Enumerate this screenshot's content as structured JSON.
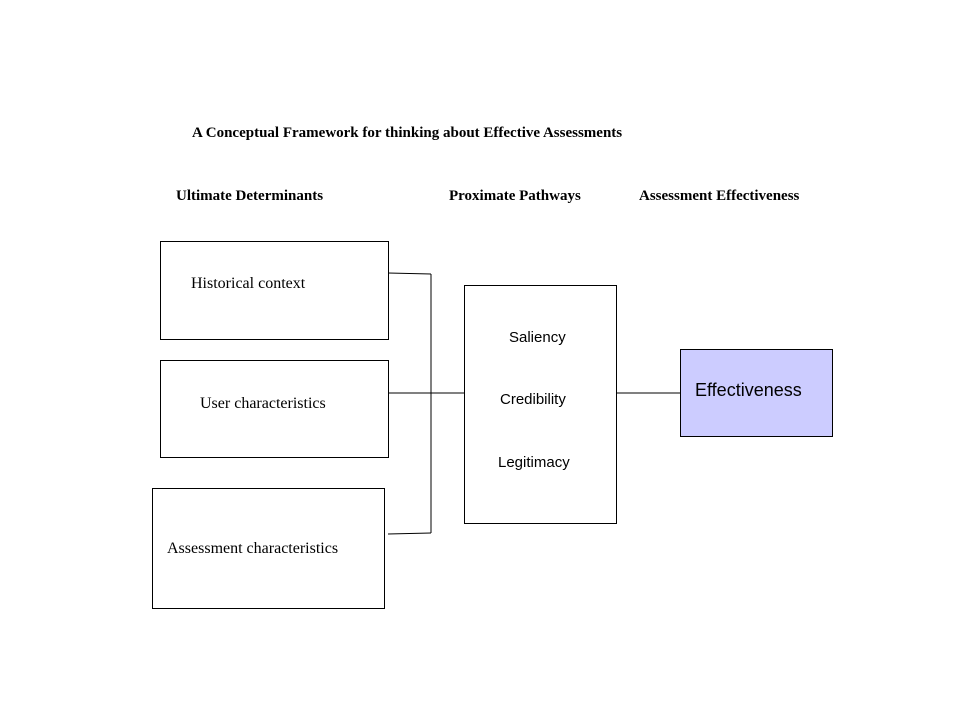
{
  "title": "A  Conceptual Framework for thinking about Effective Assessments",
  "columns": {
    "ultimate": "Ultimate Determinants",
    "proximate": "Proximate Pathways",
    "effectiveness": "Assessment  Effectiveness"
  },
  "determinants": [
    "Historical context",
    "User characteristics",
    "Assessment characteristics"
  ],
  "pathways": [
    "Saliency",
    "Credibility",
    "Legitimacy"
  ],
  "outcome": "Effectiveness",
  "colors": {
    "outcome_fill": "#ccccff",
    "line": "#000000"
  }
}
